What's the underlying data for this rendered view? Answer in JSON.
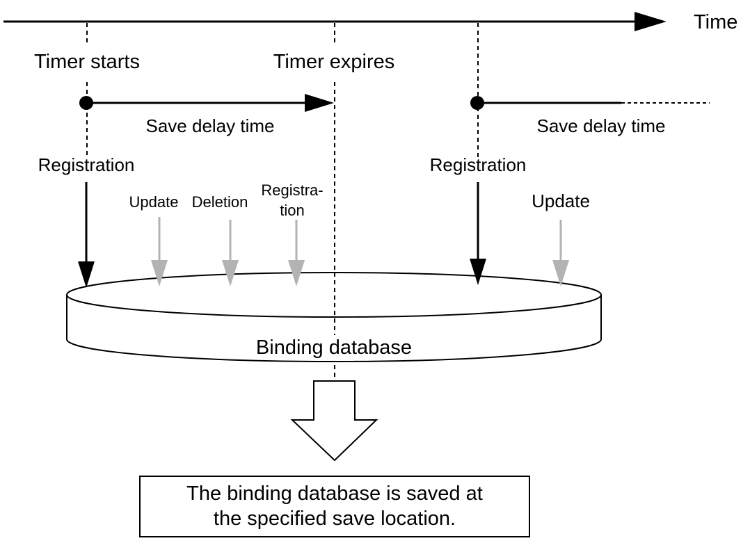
{
  "colors": {
    "line": "#000000",
    "gray_arrow": "#b3b3b3",
    "background": "#ffffff"
  },
  "timeline": {
    "axis_label": "Time"
  },
  "markers": {
    "timer_starts": "Timer starts",
    "timer_expires": "Timer expires"
  },
  "periods": [
    {
      "label": "Save delay time"
    },
    {
      "label": "Save delay time"
    }
  ],
  "events": {
    "registration_1": "Registration",
    "update_1": "Update",
    "deletion": "Deletion",
    "registration_2_line1": "Registra-",
    "registration_2_line2": "tion",
    "registration_3": "Registration",
    "update_2": "Update"
  },
  "database": {
    "label": "Binding database"
  },
  "result": {
    "line1": "The binding database is saved at",
    "line2": "the specified save location."
  }
}
